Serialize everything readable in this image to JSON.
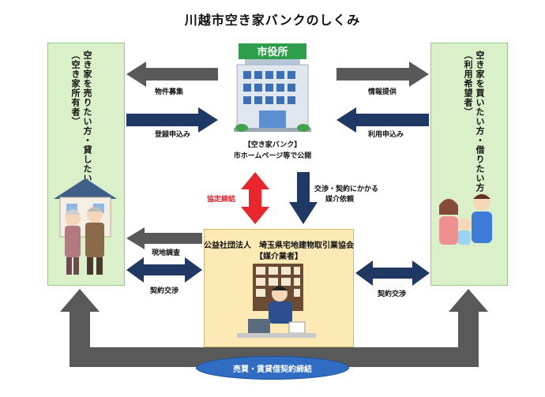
{
  "title": "川越市空き家バンクのしくみ",
  "seller_box": {
    "line1": "空き家を売りたい方・貸したい方",
    "line2": "（空き家所有者）"
  },
  "buyer_box": {
    "line1": "空き家を買いたい方・借りたい方",
    "line2": "（利用希望者）"
  },
  "city_hall": {
    "sign": "市役所",
    "caption_line1": "【空き家バンク】",
    "caption_line2": "市ホームページ等で公開"
  },
  "broker": {
    "line1": "公益社団法人　埼玉県宅地建物取引業協会",
    "line2": "【媒介業者】"
  },
  "arrows": {
    "recruit": "物件募集",
    "register": "登録申込み",
    "info": "情報提供",
    "apply": "利用申込み",
    "agreement": "協定締結",
    "request_line1": "交渉・契約にかかる",
    "request_line2": "媒介依頼",
    "survey": "現地調査",
    "negotiate_left": "契約交渉",
    "negotiate_right": "契約交渉"
  },
  "contract": "売買・賃貸借契約締結",
  "colors": {
    "navy": "#1f3864",
    "gray": "#595959",
    "red": "#e8262b",
    "green_box": "#d9f0c8",
    "yellow_box": "#fde9b4",
    "oval": "#2f6cc2"
  }
}
